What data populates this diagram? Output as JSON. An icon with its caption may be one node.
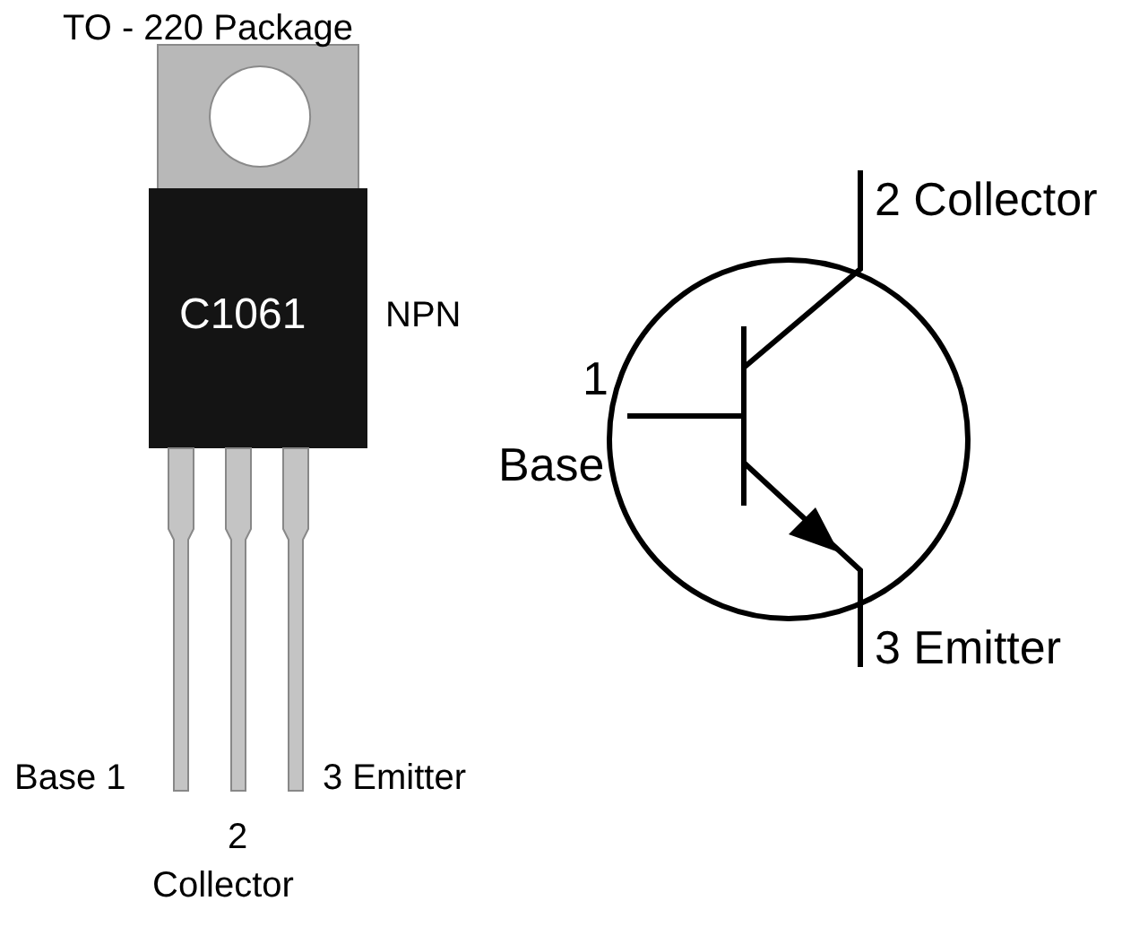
{
  "diagram": {
    "title": "TO - 220 Package",
    "labels": [
      "2 Collector",
      "C1061",
      "NPN",
      "1",
      "Base",
      "3 Emitter",
      "Base 1",
      "3 Emitter",
      "2",
      "Collector"
    ]
  }
}
